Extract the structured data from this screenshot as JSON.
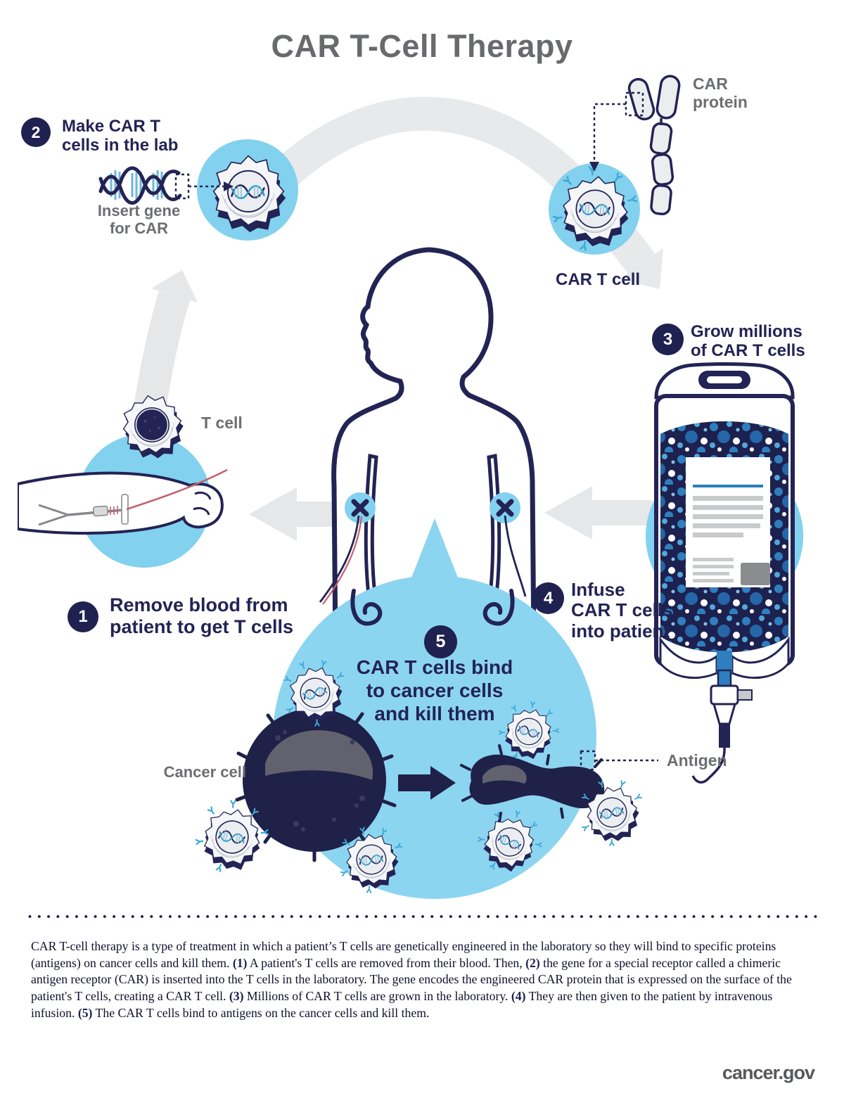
{
  "title": "CAR T-Cell Therapy",
  "colors": {
    "navy": "#232355",
    "light_blue": "#82D1EF",
    "blob_blue": "#8CD5F1",
    "arrow_gray": "#E6E7E9",
    "label_gray": "#6D6E71",
    "receptor_blue": "#3FA9D5",
    "fluid_dot_blue": "#2F7FBF",
    "tube_red": "#C4606E"
  },
  "steps": {
    "s1": {
      "num": "1",
      "label": "Remove blood from\npatient to get T cells"
    },
    "s2": {
      "num": "2",
      "label": "Make CAR T\ncells in the lab"
    },
    "s3": {
      "num": "3",
      "label": "Grow millions\nof CAR T cells"
    },
    "s4": {
      "num": "4",
      "label": "Infuse\nCAR T cells\ninto patient"
    },
    "s5": {
      "num": "5",
      "label": "CAR T cells bind\nto cancer cells\nand kill them"
    }
  },
  "labels": {
    "insert_gene": "Insert gene\nfor CAR",
    "car_protein": "CAR\nprotein",
    "car_t_cell": "CAR T cell",
    "t_cell": "T cell",
    "cancer_cell": "Cancer cell",
    "antigen": "Antigen"
  },
  "footer": {
    "paragraph": [
      {
        "text": "CAR T-cell therapy is a type of treatment in which a patient’s T cells are genetically engineered in the laboratory so they will bind to specific proteins (antigens) on cancer cells and kill them. "
      },
      {
        "text": "(1)",
        "bold": true
      },
      {
        "text": " A patient's T cells are removed from their blood. Then, "
      },
      {
        "text": "(2)",
        "bold": true
      },
      {
        "text": " the gene for a special receptor called a chimeric antigen receptor (CAR) is inserted into the T cells in the laboratory. The gene encodes the engineered CAR protein that is expressed on the surface of the patient's T cells, creating a CAR T cell. "
      },
      {
        "text": "(3)",
        "bold": true
      },
      {
        "text": " Millions of CAR T cells are grown in the laboratory. "
      },
      {
        "text": "(4)",
        "bold": true
      },
      {
        "text": " They are then given to the patient by intravenous infusion. "
      },
      {
        "text": "(5)",
        "bold": true
      },
      {
        "text": " The CAR T cells bind to antigens on the cancer cells and kill them."
      }
    ],
    "brand": "cancer.gov"
  }
}
